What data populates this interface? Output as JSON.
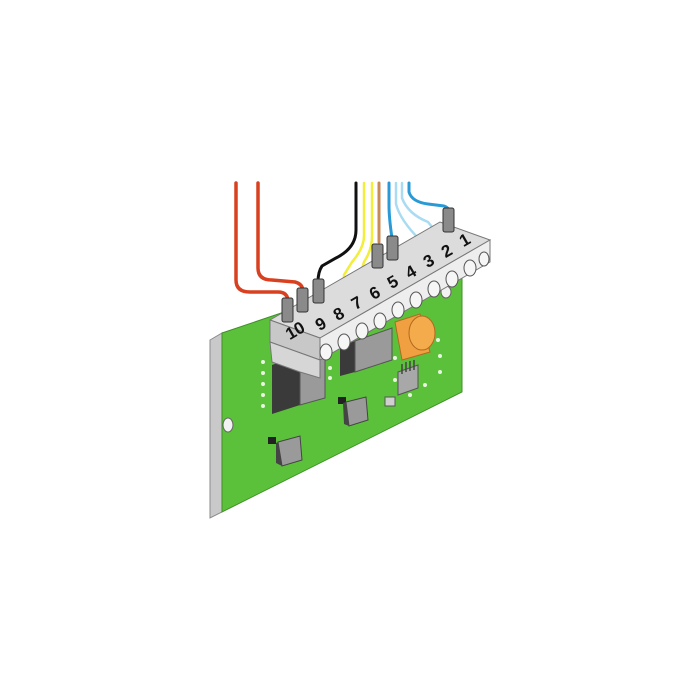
{
  "diagram": {
    "type": "pcb-wiring-illustration",
    "board": {
      "color": "#5cc13a",
      "edge_color": "#c8c8c8"
    },
    "terminal_block": {
      "color": "#e6e6e6",
      "terminals": [
        {
          "number": "10",
          "wire": "red"
        },
        {
          "number": "9",
          "wire": "red"
        },
        {
          "number": "8",
          "wire": "black"
        },
        {
          "number": "7",
          "wire": "yellow"
        },
        {
          "number": "6",
          "wire": "yellow"
        },
        {
          "number": "5",
          "wire": "brown"
        },
        {
          "number": "4",
          "wire": "blue"
        },
        {
          "number": "3",
          "wire": "light-blue"
        },
        {
          "number": "2",
          "wire": "light-blue"
        },
        {
          "number": "1",
          "wire": "blue"
        }
      ]
    },
    "wire_colors": {
      "red": "#d9401f",
      "black": "#111111",
      "yellow": "#f2ee3a",
      "brown": "#c98a5a",
      "blue": "#2a9ad6",
      "light-blue": "#a9dcf2"
    },
    "components": [
      "relay-left",
      "relay-center",
      "capacitor-orange",
      "connector-header",
      "transistor-1",
      "transistor-2",
      "smd-part"
    ]
  }
}
